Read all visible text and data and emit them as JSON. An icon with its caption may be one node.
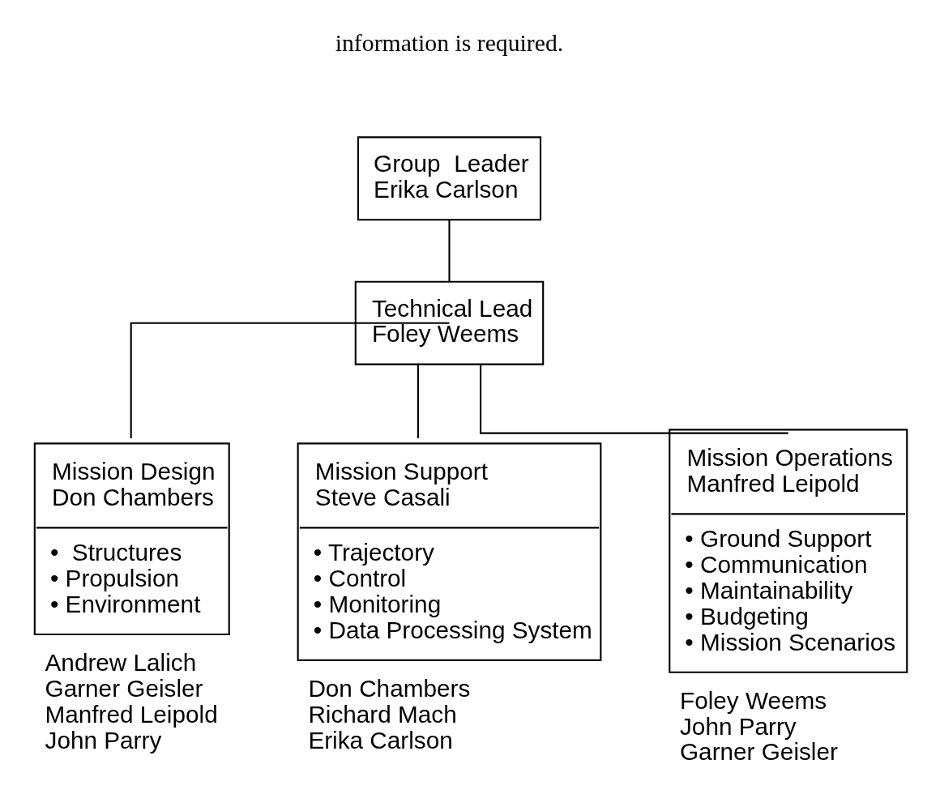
{
  "diagram": {
    "nodes": [
      {
        "text": [
          "Group  Leader",
          "Erika Carlson"
        ]
      },
      {
        "text": [
          "Technical Lead",
          "Foley Weems"
        ]
      },
      {
        "text": [
          "Mission Design",
          "Don Chambers",
          "•  Structures",
          "• Propulsion",
          "• Environment"
        ],
        "beside": [
          "Andrew Lalich",
          "Garner Geisler",
          "Manfred Leipold",
          "John Parry"
        ]
      },
      {
        "text": [
          "Mission Support",
          "Steve Casali",
          "• Trajectory",
          "• Control",
          "• Monitoring",
          "• Data Processing System"
        ],
        "beside": [
          "Don Chambers",
          "Richard Mach",
          "Erika Carlson"
        ]
      },
      {
        "text": [
          "Mission Operations",
          "Manfred Leipold",
          "• Ground Support",
          "• Communication",
          "• Maintainability",
          "• Budgeting",
          "• Mission Scenarios"
        ],
        "beside": [
          "Foley Weems",
          "John Parry",
          "Garner Geisler"
        ]
      }
    ],
    "edges": [
      {
        "from": 0,
        "to": 1,
        "arrow": "none"
      },
      {
        "from": 1,
        "to": 2,
        "arrow": "none"
      },
      {
        "from": 1,
        "to": 3,
        "arrow": "none"
      },
      {
        "from": 1,
        "to": 4,
        "arrow": "none"
      }
    ],
    "labels": [
      "information is required."
    ]
  }
}
